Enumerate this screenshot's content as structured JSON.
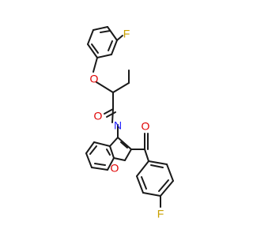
{
  "molecule": {
    "atoms": {
      "f_top": "F",
      "o_ether": "O",
      "o_amide": "O",
      "n_amide": "N",
      "o_ketone": "O",
      "o_furan": "O",
      "f_bottom": "F"
    }
  },
  "colors": {
    "background": "#ffffff",
    "bond": "#1a1a1a",
    "carbon": "#1a1a1a",
    "oxygen": "#e00000",
    "nitrogen": "#2020ff",
    "fluorine": "#c8a000"
  }
}
